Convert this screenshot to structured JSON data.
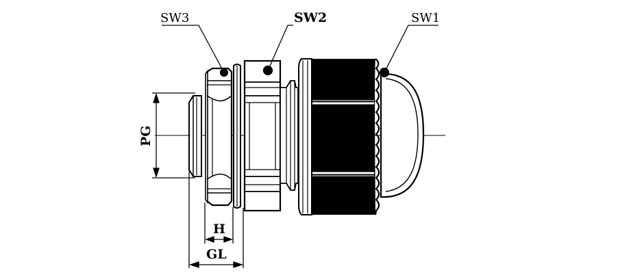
{
  "diagram": {
    "callouts": {
      "sw3": "SW3",
      "sw2": "SW2",
      "sw1": "SW1"
    },
    "dimensions": {
      "pg": "PG",
      "h": "H",
      "gl": "GL"
    },
    "colors": {
      "ink": "#000000",
      "paper": "#ffffff"
    }
  }
}
